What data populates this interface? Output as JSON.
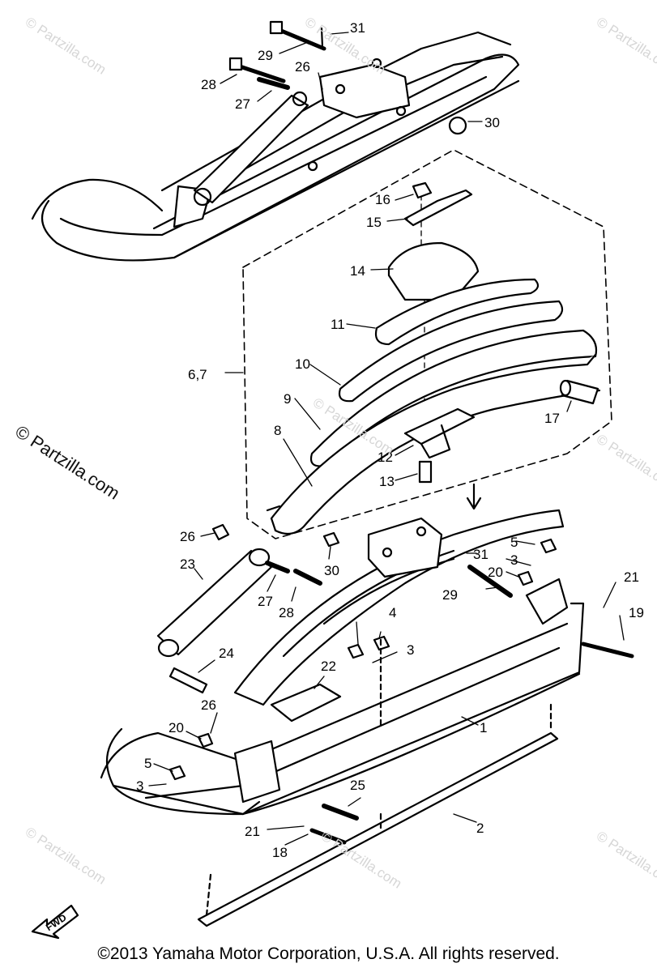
{
  "watermark": "© Partzilla.com",
  "copyright": "©2013 Yamaha Motor Corporation, U.S.A. All rights reserved.",
  "fwd_label": "FWD",
  "callouts": {
    "c1": "1",
    "c2": "2",
    "c3a": "3",
    "c3b": "3",
    "c3c": "3",
    "c4": "4",
    "c5a": "5",
    "c5b": "5",
    "c67": "6,7",
    "c8": "8",
    "c9": "9",
    "c10": "10",
    "c11": "11",
    "c12": "12",
    "c13": "13",
    "c14": "14",
    "c15": "15",
    "c16": "16",
    "c17": "17",
    "c18": "18",
    "c19": "19",
    "c20a": "20",
    "c20b": "20",
    "c21a": "21",
    "c21b": "21",
    "c22": "22",
    "c23": "23",
    "c24": "24",
    "c25": "25",
    "c26a": "26",
    "c26b": "26",
    "c26c": "26",
    "c27a": "27",
    "c27b": "27",
    "c28a": "28",
    "c28b": "28",
    "c29a": "29",
    "c29b": "29",
    "c30a": "30",
    "c30b": "30",
    "c31a": "31",
    "c31b": "31"
  }
}
